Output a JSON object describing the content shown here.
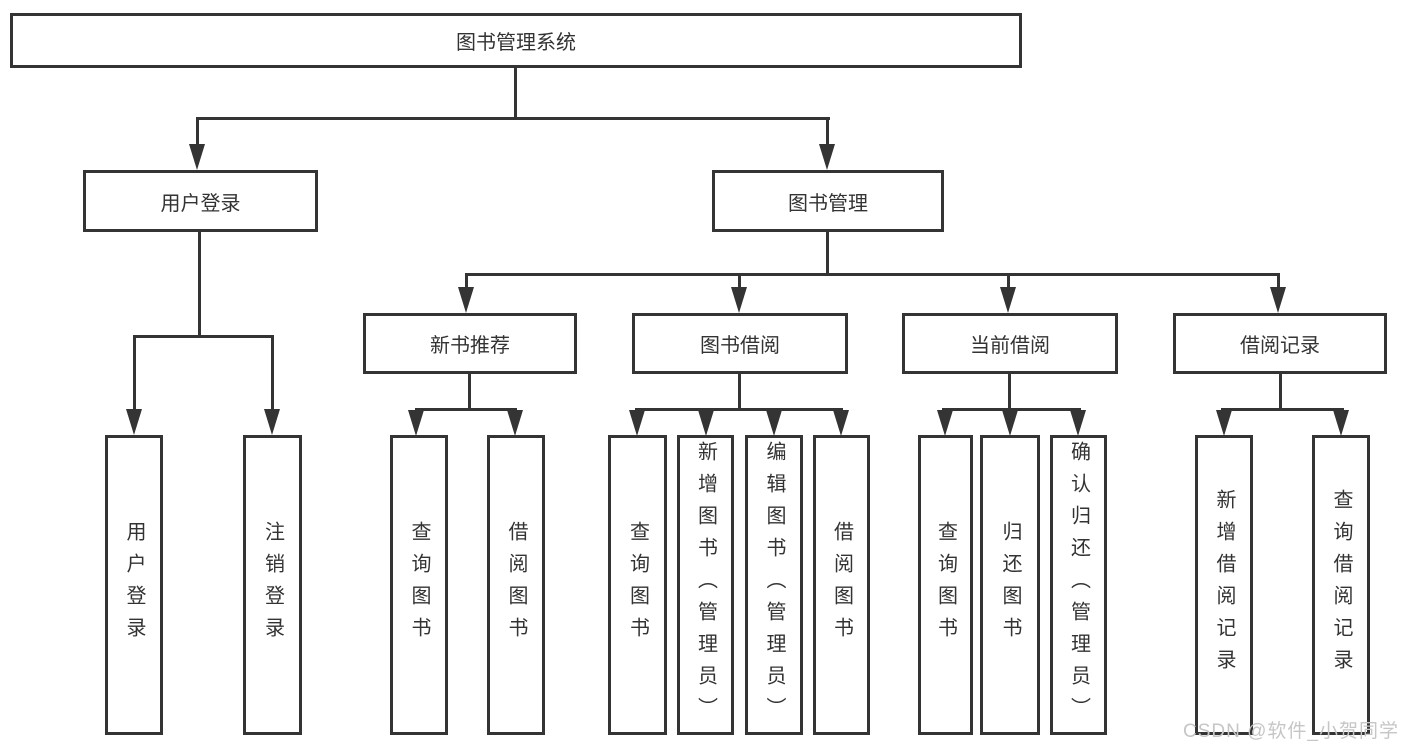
{
  "title": "图书管理系统",
  "level2": {
    "user_login": "用户登录",
    "book_mgmt": "图书管理"
  },
  "level3": {
    "new_books": "新书推荐",
    "borrowing": "图书借阅",
    "current": "当前借阅",
    "records": "借阅记录"
  },
  "leaves": {
    "user_login": [
      "用户登录",
      "注销登录"
    ],
    "new_books": [
      "查询图书",
      "借阅图书"
    ],
    "borrowing": [
      "查询图书",
      "新增图书（管理员）",
      "编辑图书（管理员）",
      "借阅图书"
    ],
    "current": [
      "查询图书",
      "归还图书",
      "确认归还（管理员）"
    ],
    "records": [
      "新增借阅记录",
      "查询借阅记录"
    ]
  },
  "watermark": "CSDN @软件_小贺同学",
  "colors": {
    "line": "#343434",
    "text": "#333333",
    "watermark": "#c6c6c6",
    "background": "#ffffff"
  }
}
